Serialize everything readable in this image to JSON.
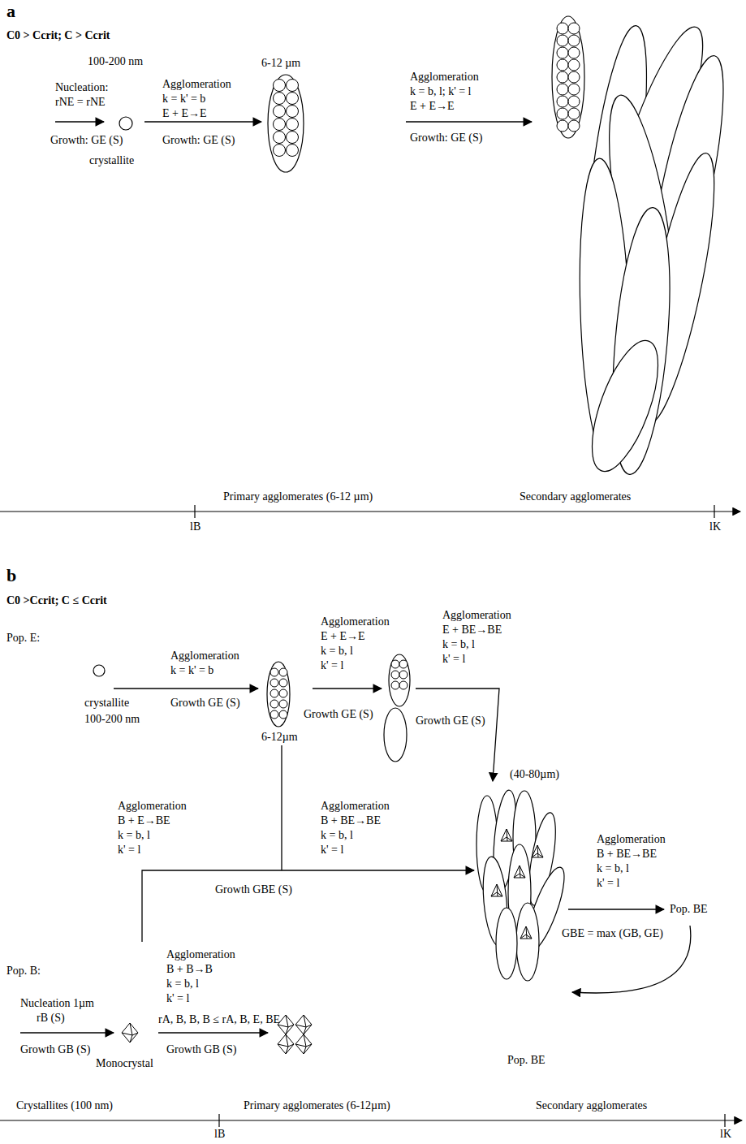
{
  "diagram": {
    "labels": [
      "a",
      "C0 > Ccrit; C > Ccrit",
      "100-200 nm",
      "Nucleation:",
      "rNE = rNE",
      "Agglomeration",
      "k = k' = b",
      "E + E→E",
      "Growth: GE (S)",
      "Growth: GE (S)",
      "crystallite",
      "6-12 µm",
      "Agglomeration",
      "k = b, l; k' = l",
      "E + E→E",
      "Growth: GE (S)",
      "Primary agglomerates (6-12 µm)",
      "Secondary agglomerates",
      "lB",
      "lK",
      "b",
      "C0 >Ccrit; C ≤ Ccrit",
      "Pop. E:",
      "Agglomeration",
      "k = k' = b",
      "crystallite",
      "Growth GE (S)",
      "100-200 nm",
      "Agglomeration",
      "E + E→E",
      "k = b, l",
      "k' = l",
      "Growth GE (S)",
      "6-12µm",
      "Agglomeration",
      "E + BE→BE",
      "k = b, l",
      "k' = l",
      "Growth GE (S)",
      "(40-80µm)",
      "Agglomeration",
      "B + E→BE",
      "k = b, l",
      "k' = l",
      "Agglomeration",
      "B + BE→BE",
      "k = b, l",
      "k' = l",
      "Agglomeration",
      "B + BE→BE",
      "k = b, l",
      "k' = l",
      "Pop. BE",
      "Growth GBE (S)",
      "GBE = max (GB, GE)",
      "Pop. B:",
      "Agglomeration",
      "B + B→B",
      "k = b, l",
      "k' = l",
      "Nucleation 1µm",
      "rB (S)",
      "rA, B, B, B ≤ rA, B, E, BE",
      "Growth GB (S)",
      "Growth GB (S)",
      "Monocrystal",
      "Pop. BE",
      "Crystallites (100 nm)",
      "Primary agglomerates (6-12µm)",
      "Secondary agglomerates",
      "lB",
      "lK"
    ]
  }
}
